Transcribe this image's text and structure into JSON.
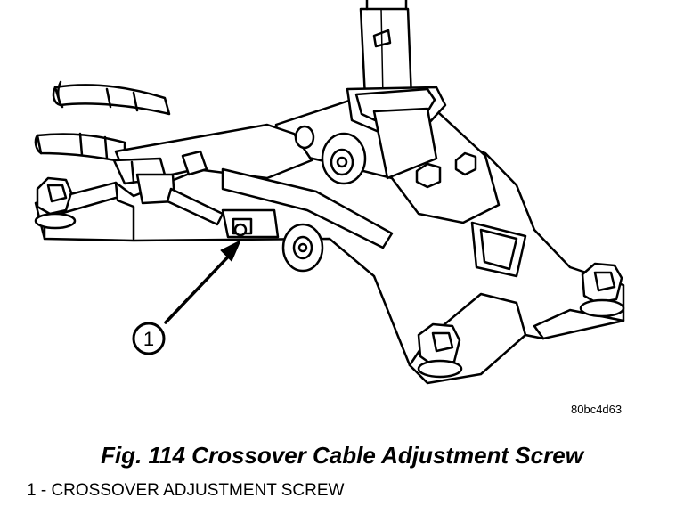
{
  "figure": {
    "callout_number": "1",
    "image_code": "80bc4d63",
    "caption": "Fig. 114 Crossover Cable Adjustment Screw",
    "legend_item": "1 - CROSSOVER ADJUSTMENT SCREW"
  }
}
